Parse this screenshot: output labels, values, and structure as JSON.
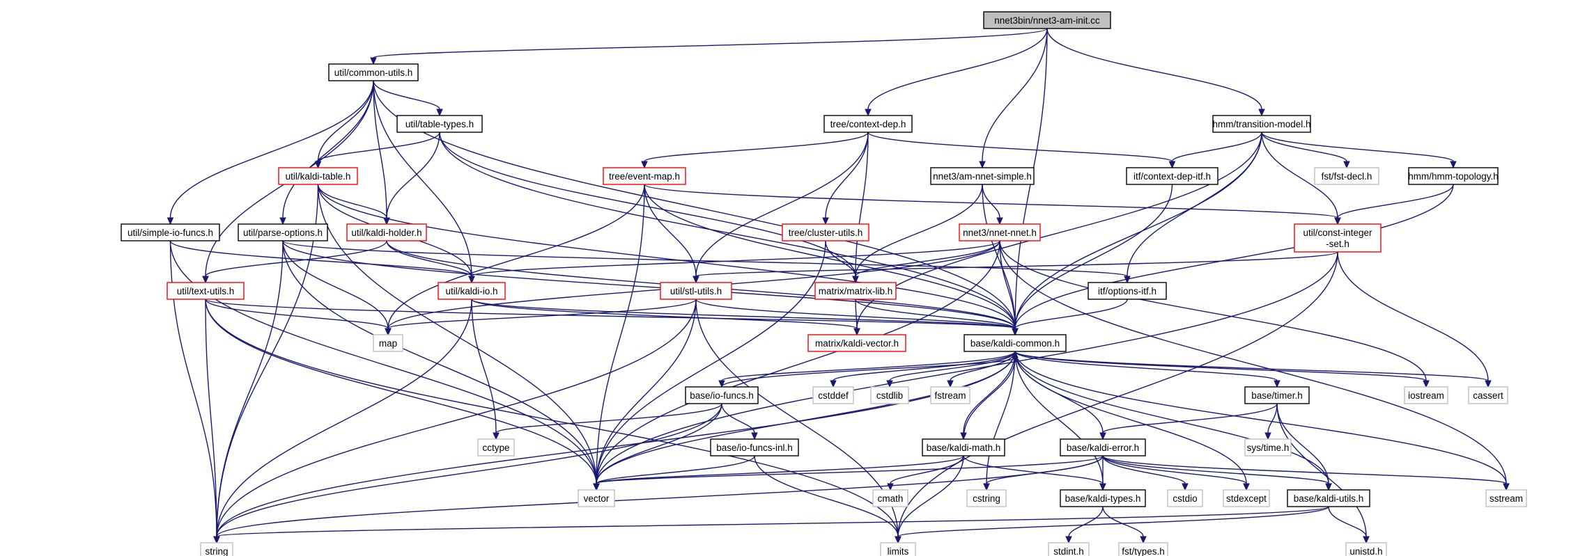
{
  "graph": {
    "colors": {
      "edge": "#191970",
      "node_border_normal": "#000000",
      "node_border_incomplete": "#ff0000",
      "node_border_system": "#bfbfbf",
      "root_fill": "#bfbfbf"
    },
    "nodes": [
      {
        "id": "root",
        "label": "nnet3bin/nnet3-am-init.cc",
        "kind": "root"
      },
      {
        "id": "common_utils",
        "label": "util/common-utils.h",
        "kind": "black"
      },
      {
        "id": "table_types",
        "label": "util/table-types.h",
        "kind": "black"
      },
      {
        "id": "kaldi_table",
        "label": "util/kaldi-table.h",
        "kind": "red"
      },
      {
        "id": "simple_io_funcs",
        "label": "util/simple-io-funcs.h",
        "kind": "black"
      },
      {
        "id": "parse_options",
        "label": "util/parse-options.h",
        "kind": "black"
      },
      {
        "id": "kaldi_holder",
        "label": "util/kaldi-holder.h",
        "kind": "red"
      },
      {
        "id": "text_utils",
        "label": "util/text-utils.h",
        "kind": "red"
      },
      {
        "id": "kaldi_io",
        "label": "util/kaldi-io.h",
        "kind": "red"
      },
      {
        "id": "map",
        "label": "map",
        "kind": "gray"
      },
      {
        "id": "string",
        "label": "string",
        "kind": "gray"
      },
      {
        "id": "vector",
        "label": "vector",
        "kind": "gray"
      },
      {
        "id": "cctype",
        "label": "cctype",
        "kind": "gray"
      },
      {
        "id": "context_dep",
        "label": "tree/context-dep.h",
        "kind": "black"
      },
      {
        "id": "event_map",
        "label": "tree/event-map.h",
        "kind": "red"
      },
      {
        "id": "cluster_utils",
        "label": "tree/cluster-utils.h",
        "kind": "red"
      },
      {
        "id": "stl_utils",
        "label": "util/stl-utils.h",
        "kind": "red"
      },
      {
        "id": "matrix_lib",
        "label": "matrix/matrix-lib.h",
        "kind": "red"
      },
      {
        "id": "kaldi_vector",
        "label": "matrix/kaldi-vector.h",
        "kind": "red"
      },
      {
        "id": "am_nnet_simple",
        "label": "nnet3/am-nnet-simple.h",
        "kind": "black"
      },
      {
        "id": "nnet_nnet",
        "label": "nnet3/nnet-nnet.h",
        "kind": "red"
      },
      {
        "id": "context_dep_itf",
        "label": "itf/context-dep-itf.h",
        "kind": "black"
      },
      {
        "id": "options_itf",
        "label": "itf/options-itf.h",
        "kind": "black"
      },
      {
        "id": "kaldi_common",
        "label": "base/kaldi-common.h",
        "kind": "black"
      },
      {
        "id": "transition_model",
        "label": "hmm/transition-model.h",
        "kind": "black"
      },
      {
        "id": "fst_decl",
        "label": "fst/fst-decl.h",
        "kind": "gray"
      },
      {
        "id": "hmm_topology",
        "label": "hmm/hmm-topology.h",
        "kind": "black"
      },
      {
        "id": "const_integer_set",
        "label": "util/const-integer\n-set.h",
        "kind": "red"
      },
      {
        "id": "io_funcs",
        "label": "base/io-funcs.h",
        "kind": "black"
      },
      {
        "id": "io_funcs_inl",
        "label": "base/io-funcs-inl.h",
        "kind": "black"
      },
      {
        "id": "cstddef",
        "label": "cstddef",
        "kind": "gray"
      },
      {
        "id": "cstdlib",
        "label": "cstdlib",
        "kind": "gray"
      },
      {
        "id": "fstream",
        "label": "fstream",
        "kind": "gray"
      },
      {
        "id": "kaldi_math",
        "label": "base/kaldi-math.h",
        "kind": "black"
      },
      {
        "id": "cmath",
        "label": "cmath",
        "kind": "gray"
      },
      {
        "id": "limits",
        "label": "limits",
        "kind": "gray"
      },
      {
        "id": "cstring",
        "label": "cstring",
        "kind": "gray"
      },
      {
        "id": "kaldi_error",
        "label": "base/kaldi-error.h",
        "kind": "black"
      },
      {
        "id": "kaldi_types",
        "label": "base/kaldi-types.h",
        "kind": "black"
      },
      {
        "id": "stdint",
        "label": "stdint.h",
        "kind": "gray"
      },
      {
        "id": "fst_types",
        "label": "fst/types.h",
        "kind": "gray"
      },
      {
        "id": "cstdio",
        "label": "cstdio",
        "kind": "gray"
      },
      {
        "id": "stdexcept",
        "label": "stdexcept",
        "kind": "gray"
      },
      {
        "id": "kaldi_utils",
        "label": "base/kaldi-utils.h",
        "kind": "black"
      },
      {
        "id": "unistd",
        "label": "unistd.h",
        "kind": "gray"
      },
      {
        "id": "timer",
        "label": "base/timer.h",
        "kind": "black"
      },
      {
        "id": "sys_time",
        "label": "sys/time.h",
        "kind": "gray"
      },
      {
        "id": "iostream",
        "label": "iostream",
        "kind": "gray"
      },
      {
        "id": "cassert",
        "label": "cassert",
        "kind": "gray"
      },
      {
        "id": "sstream",
        "label": "sstream",
        "kind": "gray"
      }
    ],
    "edges": [
      [
        "root",
        "common_utils"
      ],
      [
        "root",
        "context_dep"
      ],
      [
        "root",
        "am_nnet_simple"
      ],
      [
        "root",
        "transition_model"
      ],
      [
        "root",
        "kaldi_common"
      ],
      [
        "common_utils",
        "table_types"
      ],
      [
        "common_utils",
        "kaldi_table"
      ],
      [
        "common_utils",
        "simple_io_funcs"
      ],
      [
        "common_utils",
        "parse_options"
      ],
      [
        "common_utils",
        "kaldi_holder"
      ],
      [
        "common_utils",
        "text_utils"
      ],
      [
        "common_utils",
        "kaldi_io"
      ],
      [
        "common_utils",
        "kaldi_common"
      ],
      [
        "table_types",
        "kaldi_table"
      ],
      [
        "table_types",
        "kaldi_holder"
      ],
      [
        "table_types",
        "matrix_lib"
      ],
      [
        "table_types",
        "kaldi_common"
      ],
      [
        "kaldi_table",
        "kaldi_holder"
      ],
      [
        "kaldi_table",
        "kaldi_io"
      ],
      [
        "kaldi_table",
        "string"
      ],
      [
        "kaldi_table",
        "vector"
      ],
      [
        "kaldi_table",
        "kaldi_common"
      ],
      [
        "simple_io_funcs",
        "kaldi_io"
      ],
      [
        "simple_io_funcs",
        "string"
      ],
      [
        "simple_io_funcs",
        "vector"
      ],
      [
        "parse_options",
        "map"
      ],
      [
        "parse_options",
        "string"
      ],
      [
        "parse_options",
        "vector"
      ],
      [
        "parse_options",
        "options_itf"
      ],
      [
        "parse_options",
        "kaldi_common"
      ],
      [
        "kaldi_holder",
        "kaldi_io"
      ],
      [
        "kaldi_holder",
        "text_utils"
      ],
      [
        "kaldi_holder",
        "kaldi_common"
      ],
      [
        "text_utils",
        "map"
      ],
      [
        "text_utils",
        "string"
      ],
      [
        "text_utils",
        "vector"
      ],
      [
        "text_utils",
        "limits"
      ],
      [
        "text_utils",
        "kaldi_common"
      ],
      [
        "kaldi_io",
        "cctype"
      ],
      [
        "kaldi_io",
        "string"
      ],
      [
        "kaldi_io",
        "kaldi_vector"
      ],
      [
        "kaldi_io",
        "kaldi_common"
      ],
      [
        "context_dep",
        "event_map"
      ],
      [
        "context_dep",
        "cluster_utils"
      ],
      [
        "context_dep",
        "matrix_lib"
      ],
      [
        "context_dep",
        "context_dep_itf"
      ],
      [
        "context_dep",
        "stl_utils"
      ],
      [
        "event_map",
        "map"
      ],
      [
        "event_map",
        "vector"
      ],
      [
        "event_map",
        "stl_utils"
      ],
      [
        "event_map",
        "const_integer_set"
      ],
      [
        "event_map",
        "kaldi_common"
      ],
      [
        "cluster_utils",
        "matrix_lib"
      ],
      [
        "cluster_utils",
        "vector"
      ],
      [
        "stl_utils",
        "map"
      ],
      [
        "stl_utils",
        "string"
      ],
      [
        "stl_utils",
        "vector"
      ],
      [
        "stl_utils",
        "limits"
      ],
      [
        "stl_utils",
        "kaldi_common"
      ],
      [
        "matrix_lib",
        "kaldi_vector"
      ],
      [
        "matrix_lib",
        "kaldi_common"
      ],
      [
        "am_nnet_simple",
        "nnet_nnet"
      ],
      [
        "am_nnet_simple",
        "matrix_lib"
      ],
      [
        "am_nnet_simple",
        "kaldi_common"
      ],
      [
        "nnet_nnet",
        "kaldi_io"
      ],
      [
        "nnet_nnet",
        "map"
      ],
      [
        "nnet_nnet",
        "matrix_lib"
      ],
      [
        "nnet_nnet",
        "kaldi_common"
      ],
      [
        "nnet_nnet",
        "vector"
      ],
      [
        "nnet_nnet",
        "iostream"
      ],
      [
        "nnet_nnet",
        "sstream"
      ],
      [
        "context_dep_itf",
        "kaldi_common"
      ],
      [
        "options_itf",
        "kaldi_common"
      ],
      [
        "transition_model",
        "context_dep_itf"
      ],
      [
        "transition_model",
        "fst_decl"
      ],
      [
        "transition_model",
        "hmm_topology"
      ],
      [
        "transition_model",
        "const_integer_set"
      ],
      [
        "transition_model",
        "options_itf"
      ],
      [
        "transition_model",
        "kaldi_vector"
      ],
      [
        "transition_model",
        "kaldi_common"
      ],
      [
        "hmm_topology",
        "const_integer_set"
      ],
      [
        "hmm_topology",
        "kaldi_common"
      ],
      [
        "const_integer_set",
        "stl_utils"
      ],
      [
        "const_integer_set",
        "vector"
      ],
      [
        "const_integer_set",
        "cassert"
      ],
      [
        "const_integer_set",
        "limits"
      ],
      [
        "kaldi_common",
        "string"
      ],
      [
        "kaldi_common",
        "vector"
      ],
      [
        "kaldi_common",
        "io_funcs"
      ],
      [
        "kaldi_common",
        "cstddef"
      ],
      [
        "kaldi_common",
        "cstdlib"
      ],
      [
        "kaldi_common",
        "fstream"
      ],
      [
        "kaldi_common",
        "kaldi_math"
      ],
      [
        "kaldi_common",
        "cstring"
      ],
      [
        "kaldi_common",
        "kaldi_error"
      ],
      [
        "kaldi_common",
        "kaldi_types"
      ],
      [
        "kaldi_common",
        "stdexcept"
      ],
      [
        "kaldi_common",
        "kaldi_utils"
      ],
      [
        "kaldi_common",
        "timer"
      ],
      [
        "kaldi_common",
        "iostream"
      ],
      [
        "kaldi_common",
        "cassert"
      ],
      [
        "kaldi_common",
        "sstream"
      ],
      [
        "io_funcs",
        "cctype"
      ],
      [
        "io_funcs",
        "vector"
      ],
      [
        "io_funcs",
        "string"
      ],
      [
        "io_funcs",
        "io_funcs_inl"
      ],
      [
        "io_funcs",
        "kaldi_common"
      ],
      [
        "io_funcs_inl",
        "vector"
      ],
      [
        "io_funcs_inl",
        "limits"
      ],
      [
        "kaldi_math",
        "cmath"
      ],
      [
        "kaldi_math",
        "limits"
      ],
      [
        "kaldi_math",
        "vector"
      ],
      [
        "kaldi_math",
        "kaldi_types"
      ],
      [
        "kaldi_math",
        "kaldi_common"
      ],
      [
        "kaldi_error",
        "vector"
      ],
      [
        "kaldi_error",
        "string"
      ],
      [
        "kaldi_error",
        "cstring"
      ],
      [
        "kaldi_error",
        "kaldi_types"
      ],
      [
        "kaldi_error",
        "cstdio"
      ],
      [
        "kaldi_error",
        "stdexcept"
      ],
      [
        "kaldi_error",
        "kaldi_utils"
      ],
      [
        "kaldi_error",
        "sstream"
      ],
      [
        "kaldi_types",
        "stdint"
      ],
      [
        "kaldi_types",
        "fst_types"
      ],
      [
        "kaldi_utils",
        "string"
      ],
      [
        "kaldi_utils",
        "limits"
      ],
      [
        "kaldi_utils",
        "unistd"
      ],
      [
        "timer",
        "sys_time"
      ],
      [
        "timer",
        "kaldi_error"
      ],
      [
        "timer",
        "kaldi_utils"
      ],
      [
        "timer",
        "unistd"
      ]
    ]
  }
}
